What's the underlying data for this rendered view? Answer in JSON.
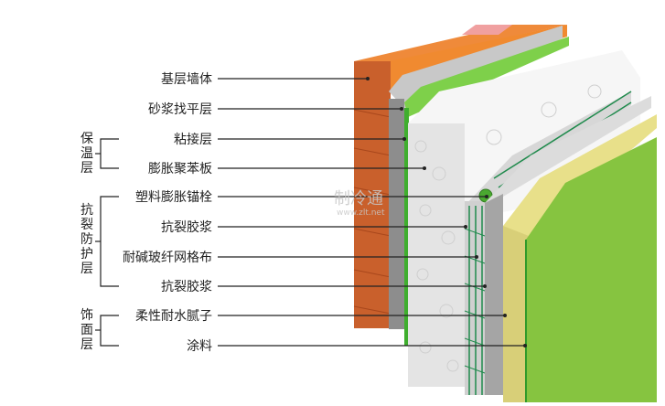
{
  "labels": [
    {
      "text": "基层墙体",
      "layer": "base-wall"
    },
    {
      "text": "砂浆找平层",
      "layer": "leveling-mortar"
    },
    {
      "text": "粘接层",
      "layer": "adhesive"
    },
    {
      "text": "膨胀聚苯板",
      "layer": "eps-board"
    },
    {
      "text": "塑料膨胀锚栓",
      "layer": "anchor"
    },
    {
      "text": "抗裂胶浆",
      "layer": "anti-crack-mortar-1"
    },
    {
      "text": "耐碱玻纤网格布",
      "layer": "mesh"
    },
    {
      "text": "抗裂胶浆",
      "layer": "anti-crack-mortar-2"
    },
    {
      "text": "柔性耐水腻子",
      "layer": "putty"
    },
    {
      "text": "涂料",
      "layer": "paint"
    }
  ],
  "groups": [
    {
      "text": "保温层"
    },
    {
      "text": "抗裂防护层"
    },
    {
      "text": "饰面层"
    }
  ],
  "watermark": {
    "name": "制冷通",
    "url": "www.zlt.net"
  },
  "colors": {
    "brick": "#c9602c",
    "brick_top": "#ef8a3a",
    "mortar": "#9a9a9a",
    "adhesive": "#5cc13a",
    "eps": "#eeeeee",
    "mesh": "#1f8a4c",
    "putty": "#d8cf78",
    "paint": "#86c440"
  }
}
